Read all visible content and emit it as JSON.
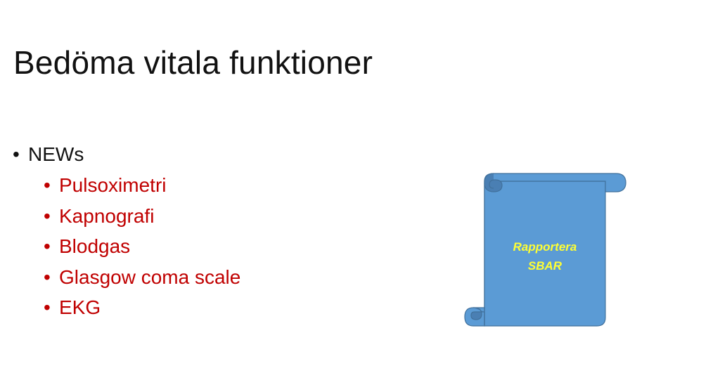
{
  "slide": {
    "title": "Bedöma vitala funktioner",
    "bullet_glyph": "•",
    "main_bullet": "NEWs",
    "sub_bullets": [
      "Pulsoximetri",
      "Kapnografi",
      "Blodgas",
      "Glasgow coma scale",
      "EKG"
    ],
    "scroll": {
      "line1": "Rapportera",
      "line2": "SBAR",
      "fill_color": "#5b9bd5",
      "curl_color": "#4a7fb3",
      "text_color": "#ffff33",
      "icon": "scroll-shape"
    },
    "colors": {
      "title": "#111111",
      "sub_bullets": "#c00000"
    }
  }
}
